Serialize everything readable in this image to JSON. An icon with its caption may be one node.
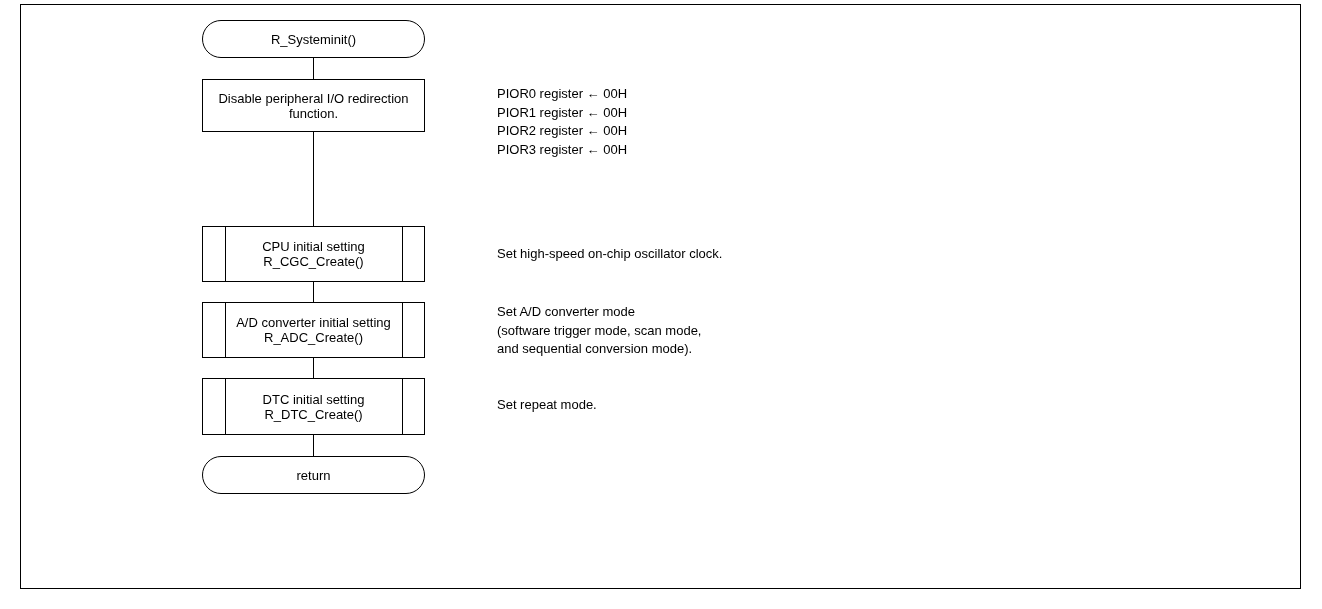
{
  "diagram": {
    "nodes": [
      {
        "text": [
          "R_Systeminit()"
        ]
      },
      {
        "text": [
          "Disable peripheral I/O redirection function."
        ],
        "beside": [
          "PIOR0 register ← 00H",
          "PIOR1 register ← 00H",
          "PIOR2 register ← 00H",
          "PIOR3 register ← 00H"
        ]
      },
      {
        "text": [
          "CPU initial setting",
          "R_CGC_Create()"
        ]
      },
      {
        "text": [
          "A/D converter initial setting",
          "R_ADC_Create()"
        ],
        "beside": [
          "Set A/D converter mode",
          "(software trigger mode, scan mode,",
          "and sequential conversion mode)."
        ]
      },
      {
        "text": [
          "DTC initial setting",
          "R_DTC_Create()"
        ]
      },
      {
        "text": [
          "return"
        ]
      }
    ],
    "edges": [
      {
        "from": 0,
        "to": 1,
        "arrow": "none"
      },
      {
        "from": 1,
        "to": 2,
        "arrow": "none"
      },
      {
        "from": 2,
        "to": 3,
        "arrow": "none"
      },
      {
        "from": 3,
        "to": 4,
        "arrow": "none"
      },
      {
        "from": 4,
        "to": 5,
        "arrow": "none"
      }
    ],
    "labels": [
      "Set high-speed on-chip oscillator clock.",
      "Set repeat mode."
    ]
  }
}
